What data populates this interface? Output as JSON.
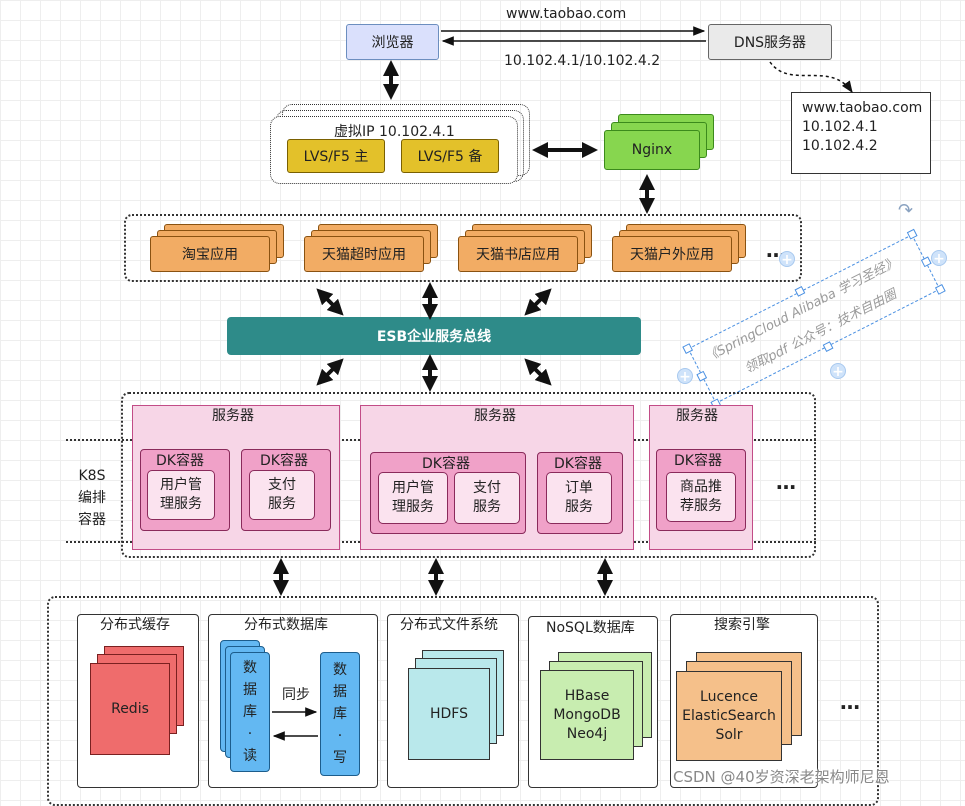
{
  "top": {
    "browser_label": "浏览器",
    "dns_label": "DNS服务器",
    "domain_label": "www.taobao.com",
    "ip_label": "10.102.4.1/10.102.4.2",
    "dns_note": [
      "www.taobao.com",
      "10.102.4.1",
      "10.102.4.2"
    ]
  },
  "lb": {
    "vip_label": "虚拟IP 10.102.4.1",
    "lvs_main": "LVS/F5 主",
    "lvs_backup": "LVS/F5 备",
    "nginx": "Nginx"
  },
  "apps": {
    "items": [
      "淘宝应用",
      "天猫超时应用",
      "天猫书店应用",
      "天猫户外应用"
    ],
    "more": "…"
  },
  "esb": {
    "label": "ESB企业服务总线"
  },
  "watermark": {
    "line1": "《SpringCloud Alibaba 学习圣经》",
    "line2": "领取pdf 公众号：技术自由圈"
  },
  "k8s": {
    "label": [
      "K8S",
      "编排",
      "容器"
    ],
    "server_label": "服务器",
    "dk_label": "DK容器",
    "servers": [
      {
        "services": [
          [
            "用户管",
            "理服务"
          ],
          [
            "支付",
            "服务"
          ]
        ]
      },
      {
        "services": [
          [
            "用户管",
            "理服务"
          ],
          [
            "支付",
            "服务"
          ],
          [
            "订单",
            "服务"
          ]
        ]
      },
      {
        "services": [
          [
            "商品推",
            "荐服务"
          ]
        ]
      }
    ],
    "more": "…"
  },
  "storage": {
    "cache": {
      "title": "分布式缓存",
      "item": "Redis"
    },
    "db": {
      "title": "分布式数据库",
      "read": [
        "数",
        "据",
        "库",
        "·",
        "读"
      ],
      "write": [
        "数",
        "据",
        "库",
        "·",
        "写"
      ],
      "sync": "同步"
    },
    "fs": {
      "title": "分布式文件系统",
      "item": "HDFS"
    },
    "nosql": {
      "title": "NoSQL数据库",
      "items": [
        "HBase",
        "MongoDB",
        "Neo4j"
      ]
    },
    "search": {
      "title": "搜索引擎",
      "items": [
        "Lucence",
        "ElasticSearch",
        "Solr"
      ]
    },
    "more": "…"
  },
  "footer": {
    "credit": "CSDN @40岁资深老架构师尼恩"
  },
  "colors": {
    "browser": "#dae0fc",
    "lvs": "#e3c12a",
    "nginx": "#87d64f",
    "app": "#f2ac64",
    "esb": "#2e8b89",
    "server": "#f7d6e7",
    "dk": "#f0a1c8",
    "redis": "#ef6c6c",
    "db": "#63b8f2",
    "hdfs": "#b9e8eb",
    "nosql": "#c8edb0",
    "search": "#f5c08a"
  }
}
